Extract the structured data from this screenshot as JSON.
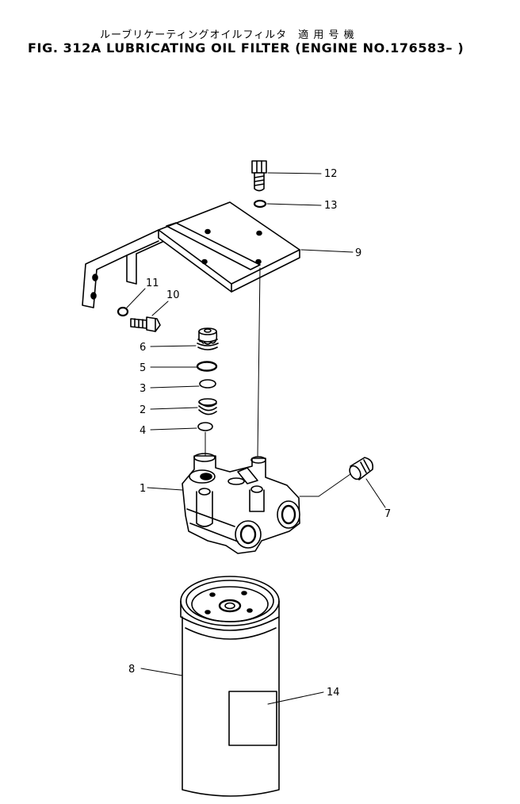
{
  "header": {
    "jp_title": "ルーブリケーティングオイルフィルタ　適 用 号 機",
    "fig_title": "FIG. 312A  LUBRICATING OIL FILTER (ENGINE NO.176583– )"
  },
  "callouts": {
    "c1": "1",
    "c2": "2",
    "c3": "3",
    "c4": "4",
    "c5": "5",
    "c6": "6",
    "c7": "7",
    "c8": "8",
    "c9": "9",
    "c10": "10",
    "c11": "11",
    "c12": "12",
    "c13": "13",
    "c14": "14"
  }
}
